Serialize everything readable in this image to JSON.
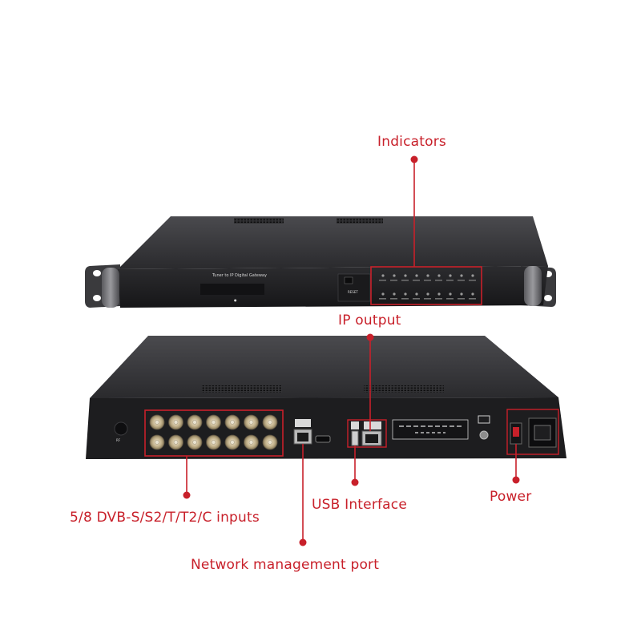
{
  "callouts": {
    "indicators": "Indicators",
    "ip_output": "IP output",
    "inputs": "5/8 DVB-S/S2/T/T2/C inputs",
    "usb": "USB Interface",
    "power": "Power",
    "network": "Network management port"
  },
  "front_panel": {
    "title": "Tuner to IP Digital Gateway",
    "reset": "RESET"
  },
  "colors": {
    "accent": "#c8202a",
    "chassis": "#2b2b2e",
    "panel": "#1e1e20"
  }
}
